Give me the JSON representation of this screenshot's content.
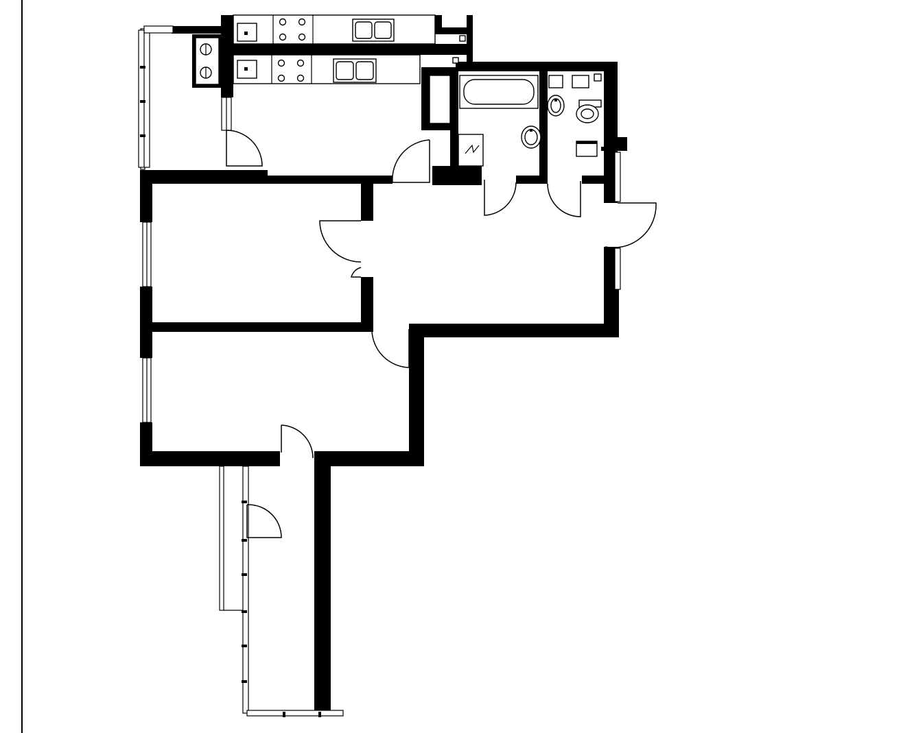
{
  "plan": {
    "colors": {
      "background": "#ffffff",
      "wall": "#000000"
    },
    "rooms": [
      "kitchen",
      "balcony-upper",
      "bedroom-upper",
      "bedroom-lower",
      "hallway",
      "bathroom",
      "toilet",
      "storage",
      "balcony-lower"
    ],
    "fixtures": [
      "bathtub",
      "washbasin",
      "toilet",
      "kitchen-sink",
      "stove",
      "radiator"
    ]
  }
}
